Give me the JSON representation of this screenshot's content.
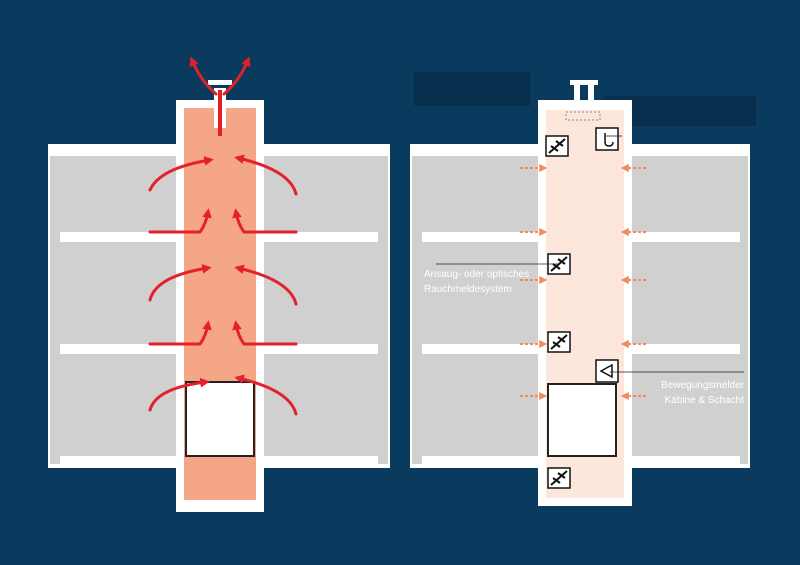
{
  "colors": {
    "background": "#0a3a5e",
    "floor_slab": "#d0d0d0",
    "shaft_smoke": "#f4a686",
    "shaft_clean": "#fde6dc",
    "wall": "#ffffff",
    "smoke_arrow": "#e3212b",
    "air_arrow": "#ef8a62"
  },
  "right_diagram": {
    "label_detector": [
      "Ansaug- oder optisches",
      "Rauchmeldesystem"
    ],
    "label_motion": [
      "Bewegungsmelder",
      "Kabine & Schacht"
    ]
  },
  "icons": [
    "smoke-detector-icon",
    "motion-sensor-icon",
    "vent-cap-icon",
    "hook-icon",
    "elevator-cabin-icon",
    "airflow-arrow-icon"
  ]
}
